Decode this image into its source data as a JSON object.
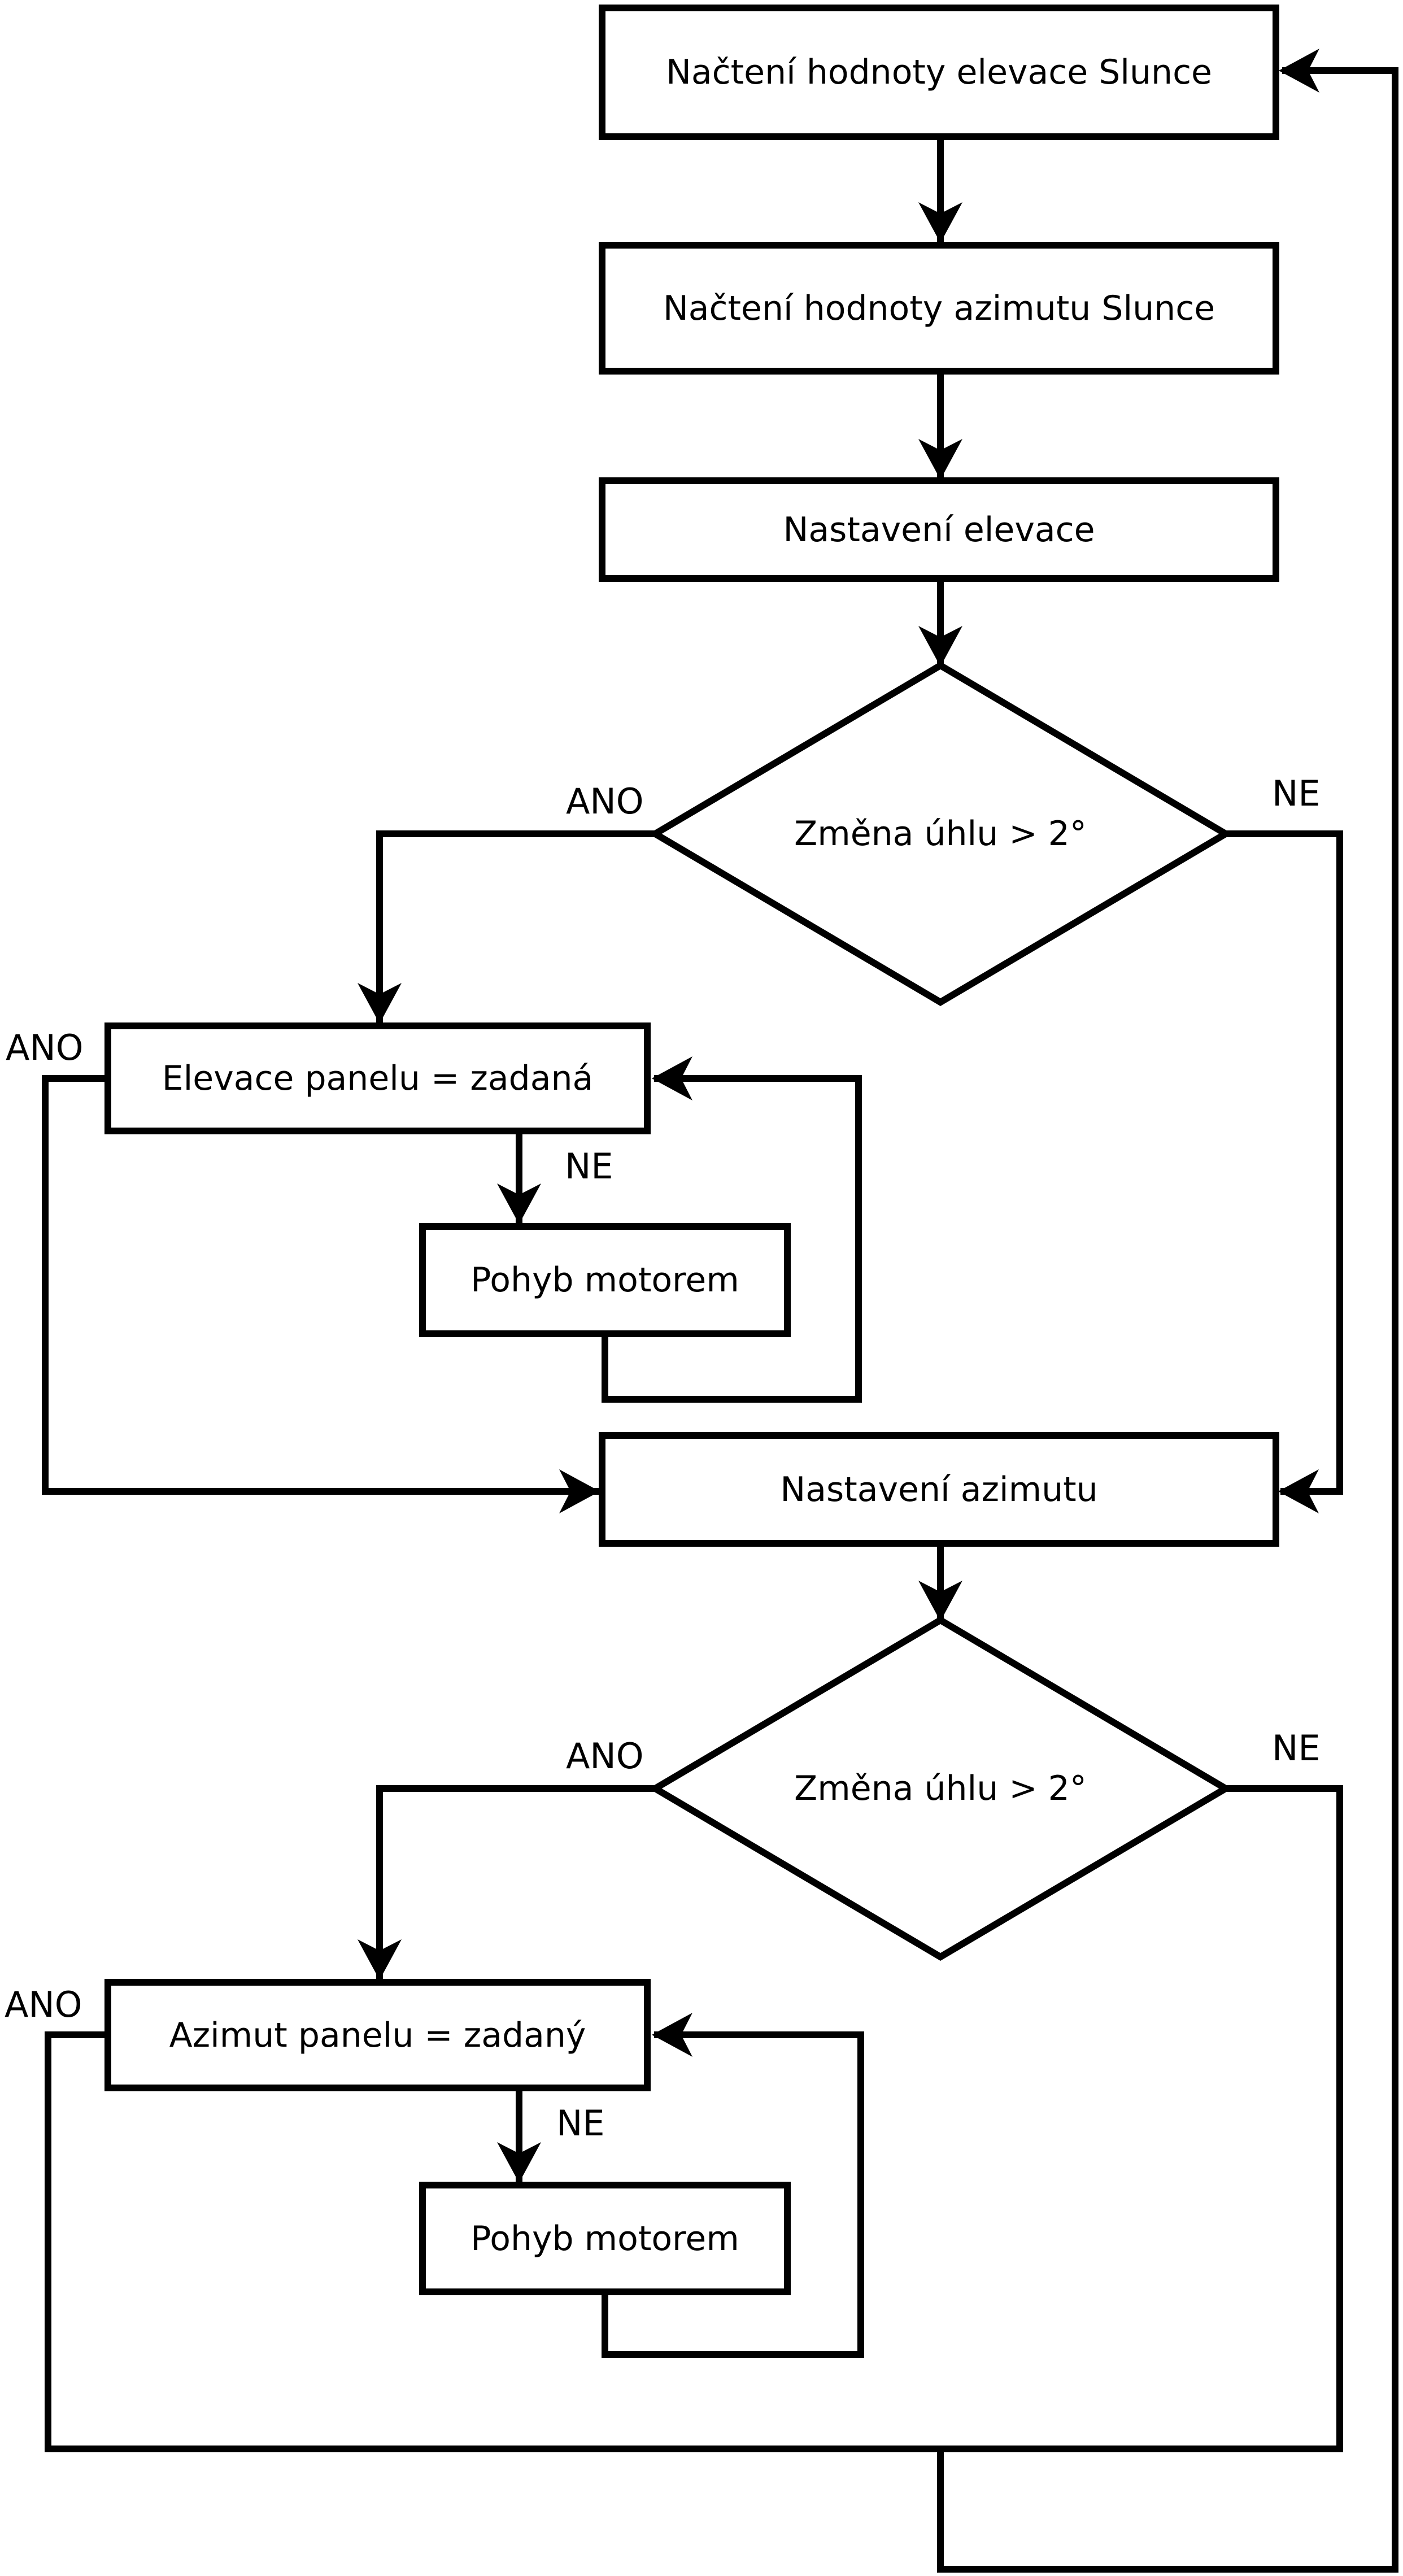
{
  "flowchart": {
    "background_color": "#ffffff",
    "line_color": "#000000",
    "nodes": {
      "read_elevation": {
        "type": "process",
        "label": "Načtení hodnoty elevace Slunce"
      },
      "read_azimuth": {
        "type": "process",
        "label": "Načtení hodnoty azimutu Slunce"
      },
      "set_elevation": {
        "type": "process",
        "label": "Nastavení elevace"
      },
      "elevation_decision": {
        "type": "decision",
        "label": "Změna úhlu > 2°"
      },
      "elevation_reached": {
        "type": "process",
        "label": "Elevace panelu = zadaná"
      },
      "elevation_motor": {
        "type": "process",
        "label": "Pohyb motorem"
      },
      "set_azimuth": {
        "type": "process",
        "label": "Nastavení azimutu"
      },
      "azimuth_decision": {
        "type": "decision",
        "label": "Změna úhlu > 2°"
      },
      "azimuth_reached": {
        "type": "process",
        "label": "Azimut panelu = zadaný"
      },
      "azimuth_motor": {
        "type": "process",
        "label": "Pohyb motorem"
      }
    },
    "edge_labels": {
      "yes": "ANO",
      "no": "NE"
    }
  }
}
